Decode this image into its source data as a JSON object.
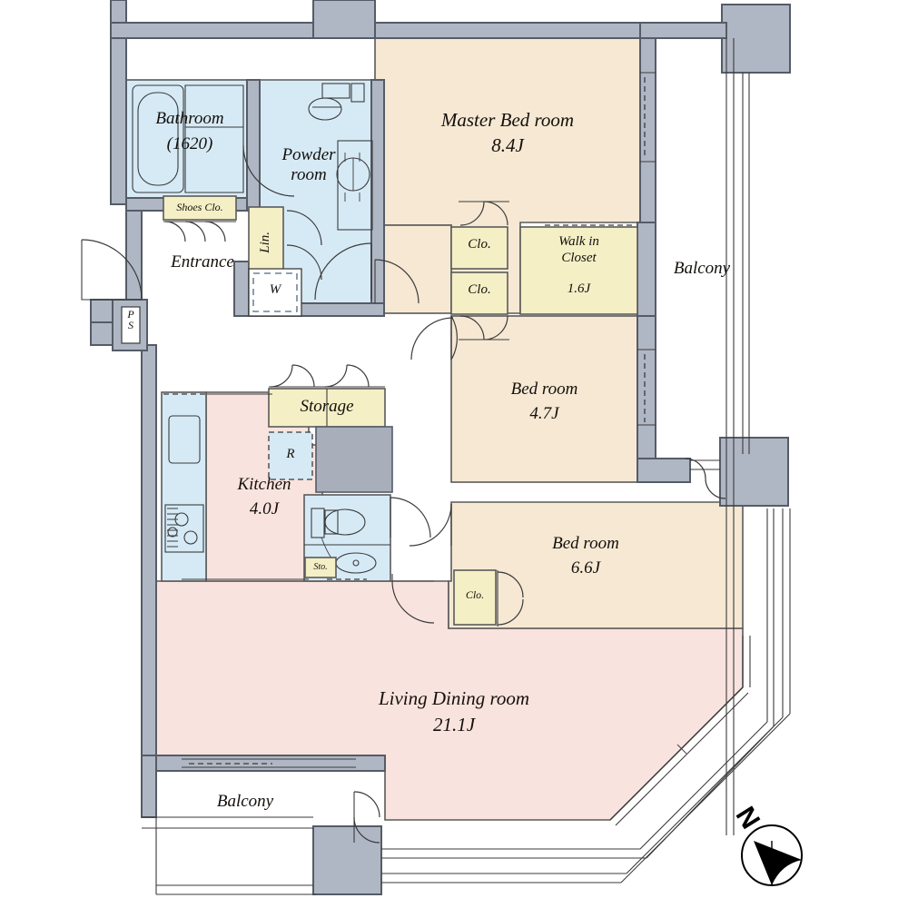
{
  "plan": {
    "type": "floor-plan",
    "units": "J (tatami mats)",
    "palette": {
      "wall": "#b0b7c4",
      "wall_stroke": "#555c66",
      "bedroom_fill": "#f6e8d3",
      "living_fill": "#f9e3de",
      "water_fill": "#d6eaf6",
      "closet_fill": "#f5efc6",
      "equipment_fill": "#a8afbb",
      "line": "#3b3b3b",
      "text": "#14100c",
      "white": "#ffffff"
    }
  },
  "rooms": [
    {
      "id": "bathroom",
      "name": "Bathroom",
      "sub": "(1620)",
      "area": "",
      "fill": "water"
    },
    {
      "id": "powder",
      "name": "Powder\nroom",
      "sub": "",
      "area": "",
      "fill": "water"
    },
    {
      "id": "entrance",
      "name": "Entrance",
      "sub": "",
      "area": "",
      "fill": "white"
    },
    {
      "id": "master",
      "name": "Master Bed room",
      "sub": "",
      "area": "8.4J",
      "fill": "bedroom"
    },
    {
      "id": "walkin",
      "name": "Walk in\nCloset",
      "sub": "",
      "area": "1.6J",
      "fill": "closet"
    },
    {
      "id": "bed47",
      "name": "Bed room",
      "sub": "",
      "area": "4.7J",
      "fill": "bedroom"
    },
    {
      "id": "bed66",
      "name": "Bed room",
      "sub": "",
      "area": "6.6J",
      "fill": "bedroom"
    },
    {
      "id": "kitchen",
      "name": "Kitchen",
      "sub": "",
      "area": "4.0J",
      "fill": "living"
    },
    {
      "id": "living",
      "name": "Living Dining room",
      "sub": "",
      "area": "21.1J",
      "fill": "living"
    },
    {
      "id": "balcony_e",
      "name": "Balcony",
      "sub": "",
      "area": "",
      "fill": "white"
    },
    {
      "id": "balcony_s",
      "name": "Balcony",
      "sub": "",
      "area": "",
      "fill": "white"
    }
  ],
  "labels": {
    "bathroom_name": "Bathroom",
    "bathroom_size": "(1620)",
    "powder_room": "Powder\nroom",
    "entrance": "Entrance",
    "shoes_closet": "Shoes Clo.",
    "linen": "Lin.",
    "washer": "W",
    "pipe_shaft": "P\nS",
    "master_bed": "Master Bed room",
    "master_bed_area": "8.4J",
    "closet_1": "Clo.",
    "closet_2": "Clo.",
    "walk_in_closet": "Walk in\nCloset",
    "walk_in_closet_area": "1.6J",
    "balcony_east": "Balcony",
    "bed_room_47": "Bed room",
    "bed_room_47_area": "4.7J",
    "bed_room_66": "Bed room",
    "bed_room_66_area": "6.6J",
    "closet_3": "Clo.",
    "storage": "Storage",
    "refrigerator": "R",
    "kitchen": "Kitchen",
    "kitchen_area": "4.0J",
    "toilet_storage": "Sto.",
    "living_dining": "Living Dining room",
    "living_dining_area": "21.1J",
    "balcony_south": "Balcony",
    "compass_north": "N"
  },
  "icons": {
    "compass": "compass-north-icon",
    "bathtub": "bathtub-icon",
    "toilet": "toilet-icon",
    "sink": "sink-icon",
    "stove": "stove-icon",
    "washing_machine": "washing-machine-icon",
    "refrigerator": "refrigerator-icon"
  }
}
